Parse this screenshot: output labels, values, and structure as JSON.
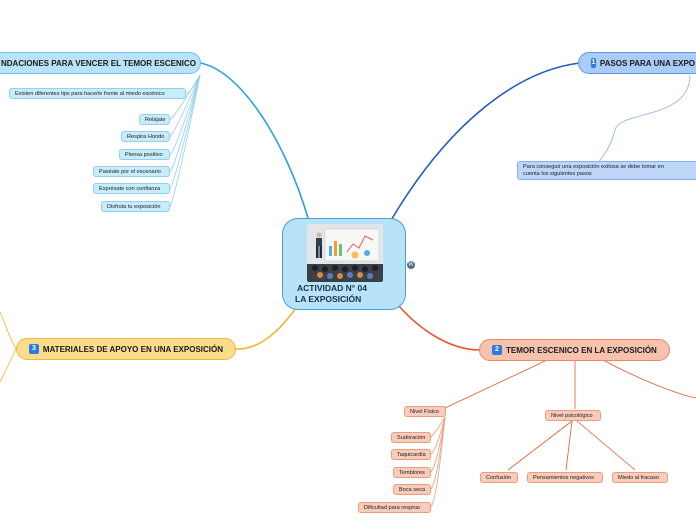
{
  "center": {
    "title_line1": "ACTIVIDAD N° 04",
    "title_line2": "LA  EXPOSICIÓN"
  },
  "topics": {
    "recomendaciones": {
      "title": "NDACIONES PARA VENCER EL TEMOR ESCENICO",
      "intro": "Existen diferentes tips para hacerle frente al miedo escénico",
      "items": [
        "Relájate",
        "Respira Hondo",
        "Piensa positivo",
        "Paséate por el escenario",
        "Exprésate con confianza",
        "Disfruta tu exposición"
      ]
    },
    "pasos": {
      "number": "1",
      "title": "PASOS PARA UNA EXPO",
      "note_line1": "Para conseguir una exposición exitosa se debe tomar en",
      "note_line2": "cuenta los siguientes pasos"
    },
    "temor": {
      "number": "2",
      "title": "TEMOR ESCENICO EN LA EXPOSICIÓN",
      "fisico": {
        "label": "Nivel Físico",
        "items": [
          "Sudoración",
          "Taquicardia",
          "Temblores",
          "Boca seca",
          "Dificultad para respirar"
        ]
      },
      "psicologico": {
        "label": "Nivel psicológico",
        "items": [
          "Confusión",
          "Pensamientos negativos",
          "Miedo al fracaso"
        ]
      }
    },
    "materiales": {
      "number": "3",
      "title": "MATERIALES DE APOYO EN UNA EXPOSICIÓN"
    }
  },
  "colors": {
    "blue_branch": "#2aa3e0",
    "dark_blue_branch": "#1f5fbf",
    "orange_branch": "#e8572a",
    "yellow_branch": "#f2b632",
    "number_badge": "#2a7be4"
  },
  "icons": {
    "wordpress": "wordpress-icon"
  }
}
